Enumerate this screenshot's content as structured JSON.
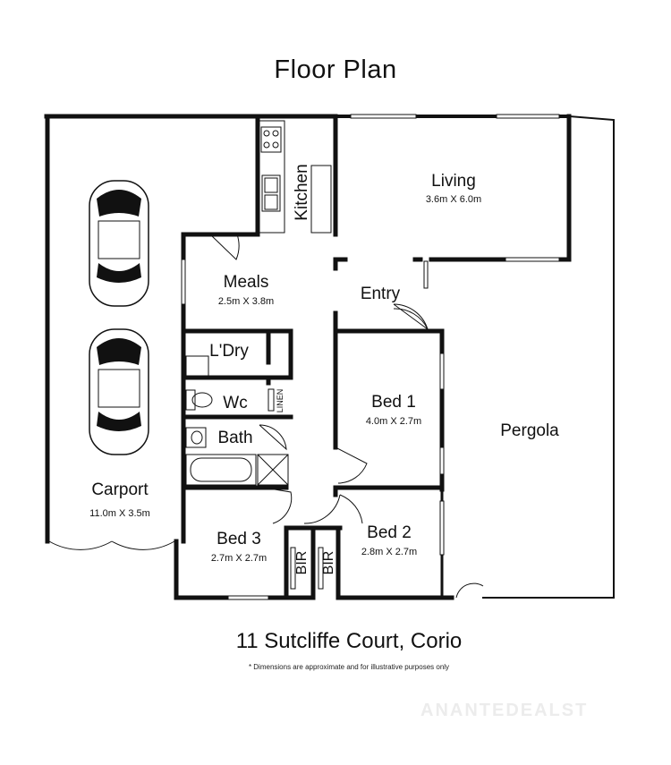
{
  "title": "Floor Plan",
  "address": "11 Sutcliffe Court, Corio",
  "disclaimer": "* Dimensions are approximate and for illustrative purposes only",
  "watermark": "ANANTEDEALST",
  "rooms": {
    "kitchen": {
      "name": "Kitchen"
    },
    "living": {
      "name": "Living",
      "dims": "3.6m X 6.0m"
    },
    "meals": {
      "name": "Meals",
      "dims": "2.5m X 3.8m"
    },
    "entry": {
      "name": "Entry"
    },
    "laundry": {
      "name": "L'Dry"
    },
    "wc": {
      "name": "Wc"
    },
    "linen": {
      "name": "LINEN"
    },
    "bath": {
      "name": "Bath"
    },
    "bed1": {
      "name": "Bed 1",
      "dims": "4.0m X 2.7m"
    },
    "bed2": {
      "name": "Bed 2",
      "dims": "2.8m X 2.7m"
    },
    "bed3": {
      "name": "Bed 3",
      "dims": "2.7m X 2.7m"
    },
    "bir_left": {
      "name": "BIR"
    },
    "bir_right": {
      "name": "BIR"
    },
    "carport": {
      "name": "Carport",
      "dims": "11.0m X 3.5m"
    },
    "pergola": {
      "name": "Pergola"
    }
  },
  "colors": {
    "wall": "#111111",
    "background": "#ffffff"
  },
  "icons": [
    "car-icon",
    "stove-icon",
    "sink-icon",
    "toilet-icon",
    "bathtub-icon",
    "shower-icon"
  ]
}
